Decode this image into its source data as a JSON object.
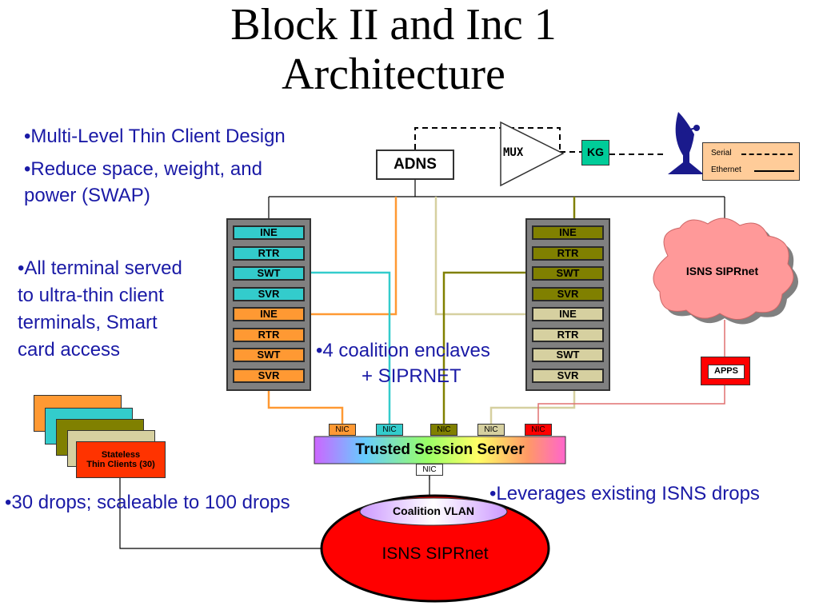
{
  "title": {
    "line1": "Block II and Inc 1",
    "line2": "Architecture"
  },
  "bullets": {
    "b1": "•Multi-Level Thin Client Design",
    "b2a": "•Reduce space, weight, and",
    "b2b": "power (SWAP)",
    "b3a": "•All terminal served",
    "b3b": "to ultra-thin client",
    "b3c": "terminals, Smart",
    "b3d": "card access",
    "b4a": "•4 coalition enclaves",
    "b4b": "+ SIPRNET",
    "b5": "•30 drops; scaleable to 100 drops",
    "b6": "•Leverages existing ISNS drops"
  },
  "adns_label": "ADNS",
  "mux_label": "MUX",
  "kg_label": "KG",
  "legend": {
    "serial": "Serial",
    "ethernet": "Ethernet"
  },
  "left_rack": {
    "slots": [
      {
        "label": "INE",
        "color": "#33cccc"
      },
      {
        "label": "RTR",
        "color": "#33cccc"
      },
      {
        "label": "SWT",
        "color": "#33cccc"
      },
      {
        "label": "SVR",
        "color": "#33cccc"
      },
      {
        "label": "INE",
        "color": "#ff9933"
      },
      {
        "label": "RTR",
        "color": "#ff9933"
      },
      {
        "label": "SWT",
        "color": "#ff9933"
      },
      {
        "label": "SVR",
        "color": "#ff9933"
      }
    ]
  },
  "right_rack": {
    "slots": [
      {
        "label": "INE",
        "color": "#808000"
      },
      {
        "label": "RTR",
        "color": "#808000"
      },
      {
        "label": "SWT",
        "color": "#808000"
      },
      {
        "label": "SVR",
        "color": "#808000"
      },
      {
        "label": "INE",
        "color": "#d6d0a0"
      },
      {
        "label": "RTR",
        "color": "#d6d0a0"
      },
      {
        "label": "SWT",
        "color": "#d6d0a0"
      },
      {
        "label": "SVR",
        "color": "#d6d0a0"
      }
    ]
  },
  "cloud_label": "ISNS SIPRnet",
  "apps_label": "APPS",
  "nics": [
    {
      "label": "NIC",
      "color": "#ff9933"
    },
    {
      "label": "NIC",
      "color": "#33cccc"
    },
    {
      "label": "NIC",
      "color": "#808000"
    },
    {
      "label": "NIC",
      "color": "#d6d0a0"
    },
    {
      "label": "NIC",
      "color": "#ff0000"
    }
  ],
  "tss_label": "Trusted Session  Server",
  "tss_nic_label": "NIC",
  "thin_clients": {
    "line1": "Stateless",
    "line2": "Thin Clients (30)"
  },
  "coalition_vlan_label": "Coalition VLAN",
  "siprnet_label": "ISNS SIPRnet"
}
